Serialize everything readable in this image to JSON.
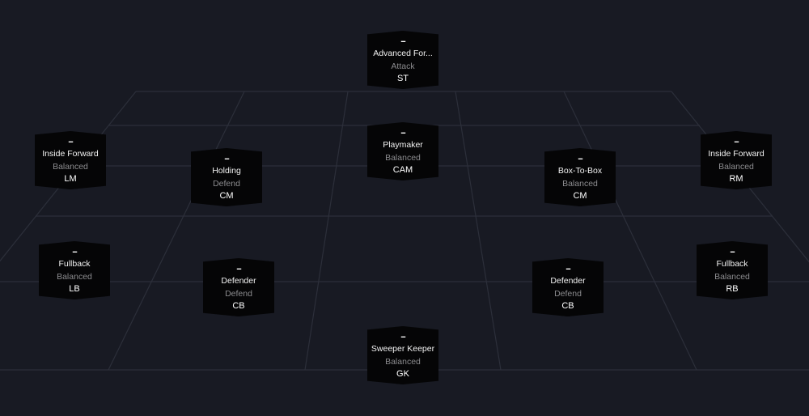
{
  "pitch": {
    "background": "#181a23",
    "grid_line_color": "#2c2f3a",
    "card_background": "#050506",
    "duty_text_color": "#8c8c8f",
    "placeholder_rating": "--"
  },
  "players": [
    {
      "id": "st",
      "rating": "--",
      "role": "Advanced For...",
      "duty": "Attack",
      "position": "ST"
    },
    {
      "id": "lm",
      "rating": "--",
      "role": "Inside Forward",
      "duty": "Balanced",
      "position": "LM"
    },
    {
      "id": "cam",
      "rating": "--",
      "role": "Playmaker",
      "duty": "Balanced",
      "position": "CAM"
    },
    {
      "id": "rm",
      "rating": "--",
      "role": "Inside Forward",
      "duty": "Balanced",
      "position": "RM"
    },
    {
      "id": "lcm",
      "rating": "--",
      "role": "Holding",
      "duty": "Defend",
      "position": "CM"
    },
    {
      "id": "rcm",
      "rating": "--",
      "role": "Box-To-Box",
      "duty": "Balanced",
      "position": "CM"
    },
    {
      "id": "lb",
      "rating": "--",
      "role": "Fullback",
      "duty": "Balanced",
      "position": "LB"
    },
    {
      "id": "lcb",
      "rating": "--",
      "role": "Defender",
      "duty": "Defend",
      "position": "CB"
    },
    {
      "id": "rcb",
      "rating": "--",
      "role": "Defender",
      "duty": "Defend",
      "position": "CB"
    },
    {
      "id": "rb",
      "rating": "--",
      "role": "Fullback",
      "duty": "Balanced",
      "position": "RB"
    },
    {
      "id": "gk",
      "rating": "--",
      "role": "Sweeper Keeper",
      "duty": "Balanced",
      "position": "GK"
    }
  ]
}
